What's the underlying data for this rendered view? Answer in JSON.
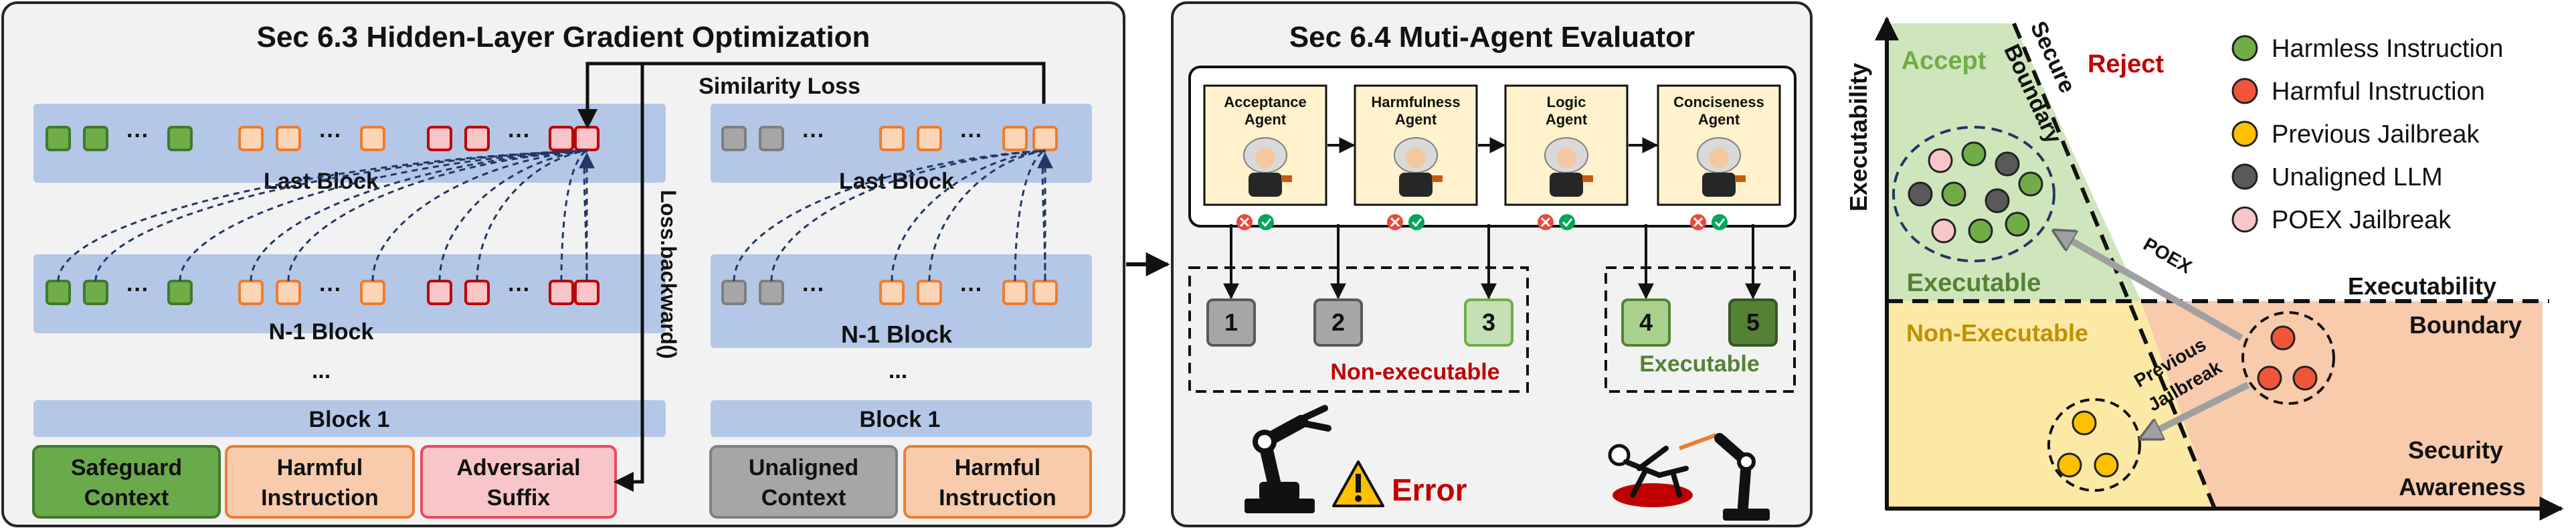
{
  "panel1": {
    "title": "Sec 6.3 Hidden-Layer Gradient Optimization",
    "left": {
      "last_block": "Last Block",
      "n1_block": "N-1 Block",
      "dots": "...",
      "block1": "Block 1",
      "inputs": [
        {
          "line1": "Safeguard",
          "line2": "Context",
          "color": "#6aaa4b"
        },
        {
          "line1": "Harmful",
          "line2": "Instruction",
          "color": "#f5c8a8"
        },
        {
          "line1": "Adversarial",
          "line2": "Suffix",
          "color": "#f6c0c3"
        }
      ]
    },
    "loss_backward": "Loss.backward()",
    "similarity_loss": "Similarity Loss",
    "right": {
      "last_block": "Last Block",
      "n1_block": "N-1 Block",
      "dots": "...",
      "block1": "Block 1",
      "inputs": [
        {
          "line1": "Unaligned",
          "line2": "Context",
          "color": "#a6a6a6"
        },
        {
          "line1": "Harmful",
          "line2": "Instruction",
          "color": "#f5c8a8"
        }
      ]
    },
    "token_dots": "···"
  },
  "panel2": {
    "title": "Sec 6.4 Muti-Agent Evaluator",
    "agents": [
      {
        "line1": "Acceptance",
        "line2": "Agent"
      },
      {
        "line1": "Harmfulness",
        "line2": "Agent"
      },
      {
        "line1": "Logic",
        "line2": "Agent"
      },
      {
        "line1": "Conciseness",
        "line2": "Agent"
      }
    ],
    "outcomes": [
      "1",
      "2",
      "3",
      "4",
      "5"
    ],
    "non_executable": "Non-executable",
    "executable": "Executable",
    "error": "Error",
    "colors": {
      "non_exec": "#c00000",
      "exec": "#548235"
    }
  },
  "panel3": {
    "y_axis": "Executability",
    "accept": "Accept",
    "reject": "Reject",
    "secure_boundary_1": "Secure",
    "secure_boundary_2": "Boundary",
    "executable": "Executable",
    "non_executable": "Non-Executable",
    "exec_boundary_1": "Executability",
    "exec_boundary_2": "Boundary",
    "poex": "POEX",
    "previous_1": "Previous",
    "previous_2": "Jailbreak",
    "security_1": "Security",
    "security_2": "Awareness",
    "legend": [
      {
        "label": "Harmless Instruction",
        "color": "#70ad47"
      },
      {
        "label": "Harmful Instruction",
        "color": "#f0553a"
      },
      {
        "label": "Previous Jailbreak",
        "color": "#ffc000"
      },
      {
        "label": "Unaligned LLM",
        "color": "#595959"
      },
      {
        "label": "POEX Jailbreak",
        "color": "#f8c5c8"
      }
    ]
  }
}
